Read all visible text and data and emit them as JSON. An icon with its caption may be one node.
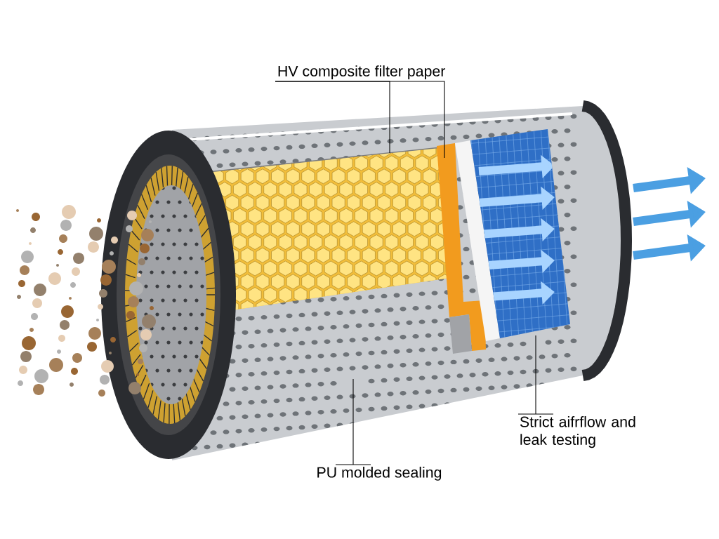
{
  "diagram": {
    "nodes": [
      {
        "text": [
          "HV composite filter paper"
        ]
      },
      {
        "text": [
          "PU molded sealing"
        ]
      },
      {
        "text": [
          "Strict aifrflow and leak testing"
        ]
      }
    ],
    "edges": [
      {
        "from": 0,
        "to": null,
        "arrow": "none"
      },
      {
        "from": 0,
        "to": null,
        "arrow": "none"
      },
      {
        "from": 1,
        "to": null,
        "arrow": "none"
      },
      {
        "from": 2,
        "to": null,
        "arrow": "none"
      }
    ]
  }
}
